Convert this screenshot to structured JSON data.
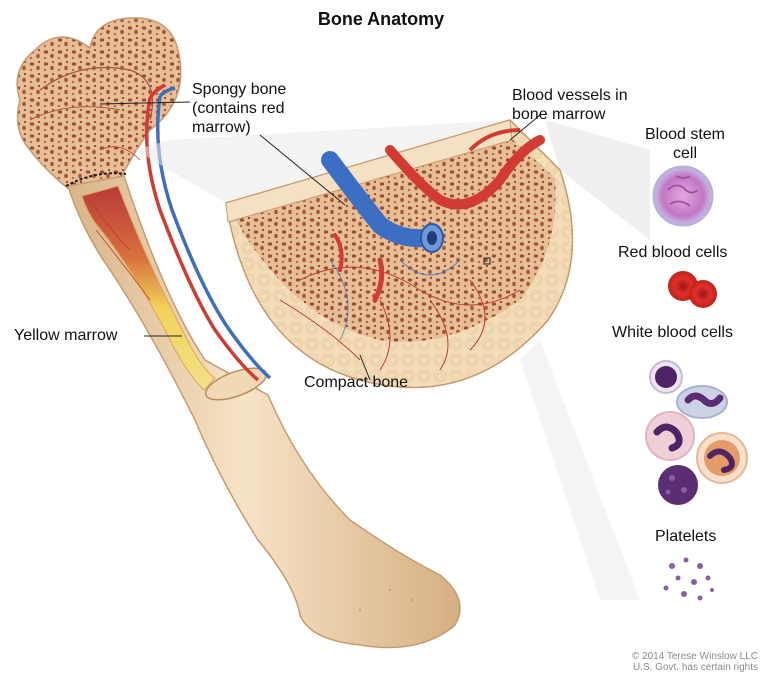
{
  "title": "Bone Anatomy",
  "labels": {
    "spongy_bone": "Spongy bone\n(contains red\nmarrow)",
    "blood_vessels": "Blood vessels in\nbone marrow",
    "yellow_marrow": "Yellow marrow",
    "compact_bone": "Compact bone",
    "blood_stem_cell": "Blood stem\ncell",
    "red_blood_cells": "Red blood cells",
    "white_blood_cells": "White blood cells",
    "platelets": "Platelets"
  },
  "credit": "© 2014 Terese Winslow LLC\nU.S. Govt. has certain rights",
  "colors": {
    "bone": "#f2d9b5",
    "bone_shade": "#d9b489",
    "spongy": "#c9805f",
    "marrow_red": "#b83a3a",
    "yellow_marrow": "#f1d35a",
    "artery": "#d23a32",
    "vein": "#3c6fc4",
    "stem_cell": "#c883c9",
    "red_cell": "#e0302a",
    "white_cell": "#5b2d72",
    "platelet": "#8b5fa8"
  }
}
